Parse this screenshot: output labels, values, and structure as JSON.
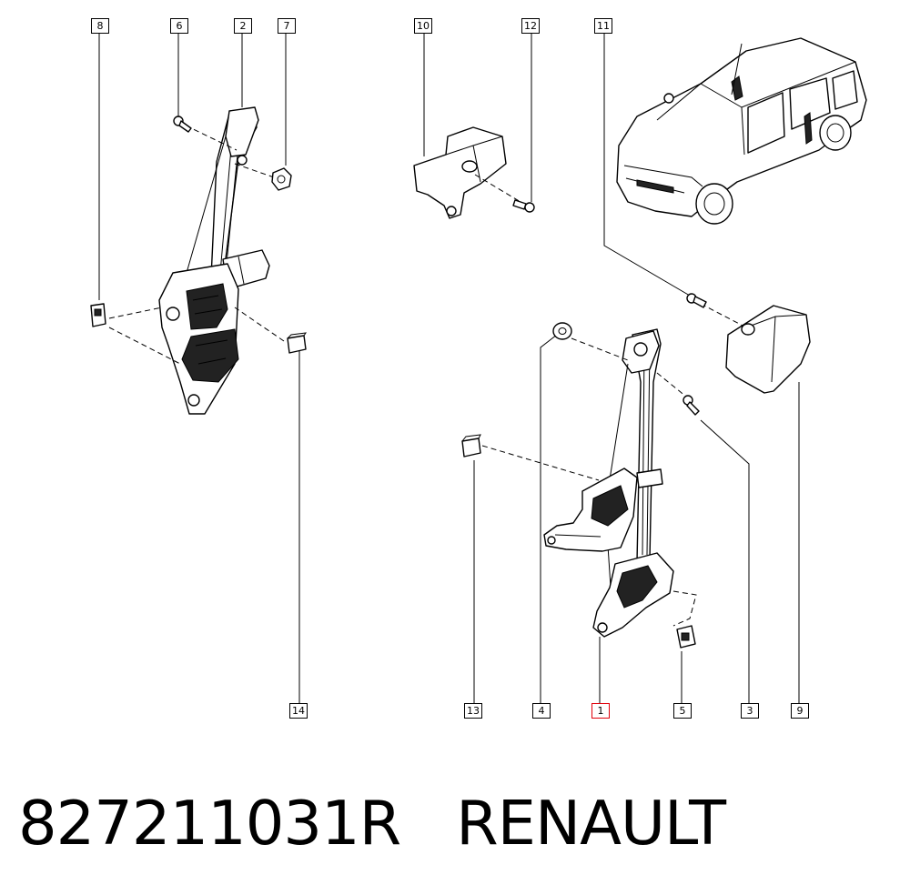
{
  "diagram": {
    "callouts": [
      {
        "id": "8",
        "highlighted": false
      },
      {
        "id": "6",
        "highlighted": false
      },
      {
        "id": "2",
        "highlighted": false
      },
      {
        "id": "7",
        "highlighted": false
      },
      {
        "id": "10",
        "highlighted": false
      },
      {
        "id": "12",
        "highlighted": false
      },
      {
        "id": "11",
        "highlighted": false
      },
      {
        "id": "14",
        "highlighted": false
      },
      {
        "id": "13",
        "highlighted": false
      },
      {
        "id": "4",
        "highlighted": false
      },
      {
        "id": "1",
        "highlighted": true
      },
      {
        "id": "5",
        "highlighted": false
      },
      {
        "id": "3",
        "highlighted": false
      },
      {
        "id": "9",
        "highlighted": false
      }
    ],
    "highlight_color": "#e0000b",
    "line_color": "#000000"
  },
  "footer": {
    "part_number": "827211031R",
    "brand": "RENAULT"
  }
}
